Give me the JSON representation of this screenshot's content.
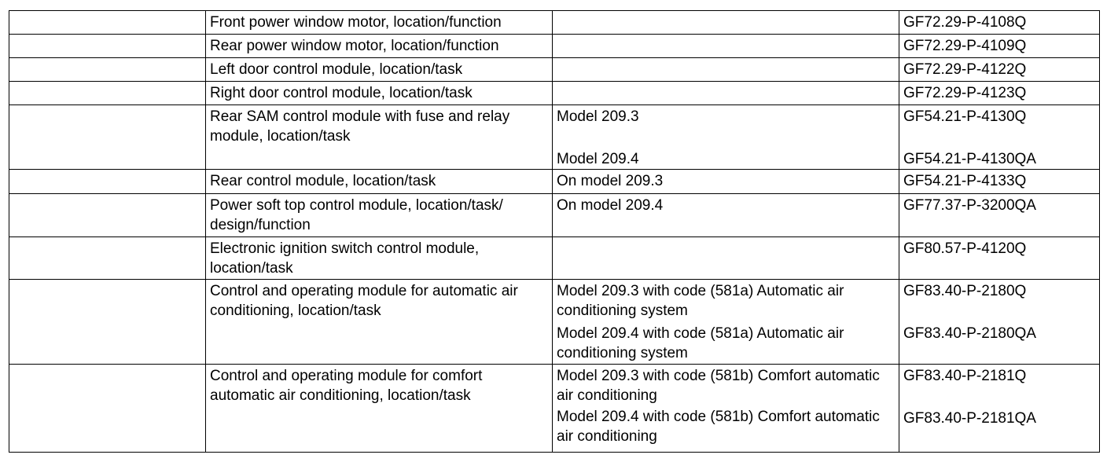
{
  "rows": [
    {
      "description": "Front power window motor, location/function",
      "condition": "",
      "document": "GF72.29-P-4108Q"
    },
    {
      "description": "Rear power window motor, location/function",
      "condition": "",
      "document": "GF72.29-P-4109Q"
    },
    {
      "description": "Left door control module, location/task",
      "condition": "",
      "document": "GF72.29-P-4122Q"
    },
    {
      "description": "Right door control module, location/task",
      "condition": "",
      "document": "GF72.29-P-4123Q"
    },
    {
      "description": "Rear SAM control module with fuse and relay module, location/task",
      "entries": [
        {
          "condition": "Model 209.3",
          "document": "GF54.21-P-4130Q"
        },
        {
          "condition": "Model 209.4",
          "document": "GF54.21-P-4130QA"
        }
      ]
    },
    {
      "description": "Rear control module, location/task",
      "condition": "On model 209.3",
      "document": "GF54.21-P-4133Q"
    },
    {
      "description": "Power soft top control module, location/task/ design/function",
      "condition": "On model 209.4",
      "document": "GF77.37-P-3200QA"
    },
    {
      "description": "Electronic ignition switch control module, location/task",
      "condition": "",
      "document": "GF80.57-P-4120Q"
    },
    {
      "description": "Control and operating module for automatic air conditioning, location/task",
      "entries": [
        {
          "condition": "Model 209.3 with code (581a) Automatic air conditioning system",
          "document": "GF83.40-P-2180Q"
        },
        {
          "condition": "Model 209.4 with code (581a) Automatic air conditioning system",
          "document": "GF83.40-P-2180QA"
        }
      ]
    },
    {
      "description": "Control and operating module for comfort automatic air conditioning, location/task",
      "entries": [
        {
          "condition": "Model 209.3 with code (581b) Comfort automatic air conditioning",
          "document": "GF83.40-P-2181Q"
        },
        {
          "condition": "Model 209.4 with code (581b) Comfort automatic air conditioning",
          "document": "GF83.40-P-2181QA"
        }
      ]
    }
  ]
}
